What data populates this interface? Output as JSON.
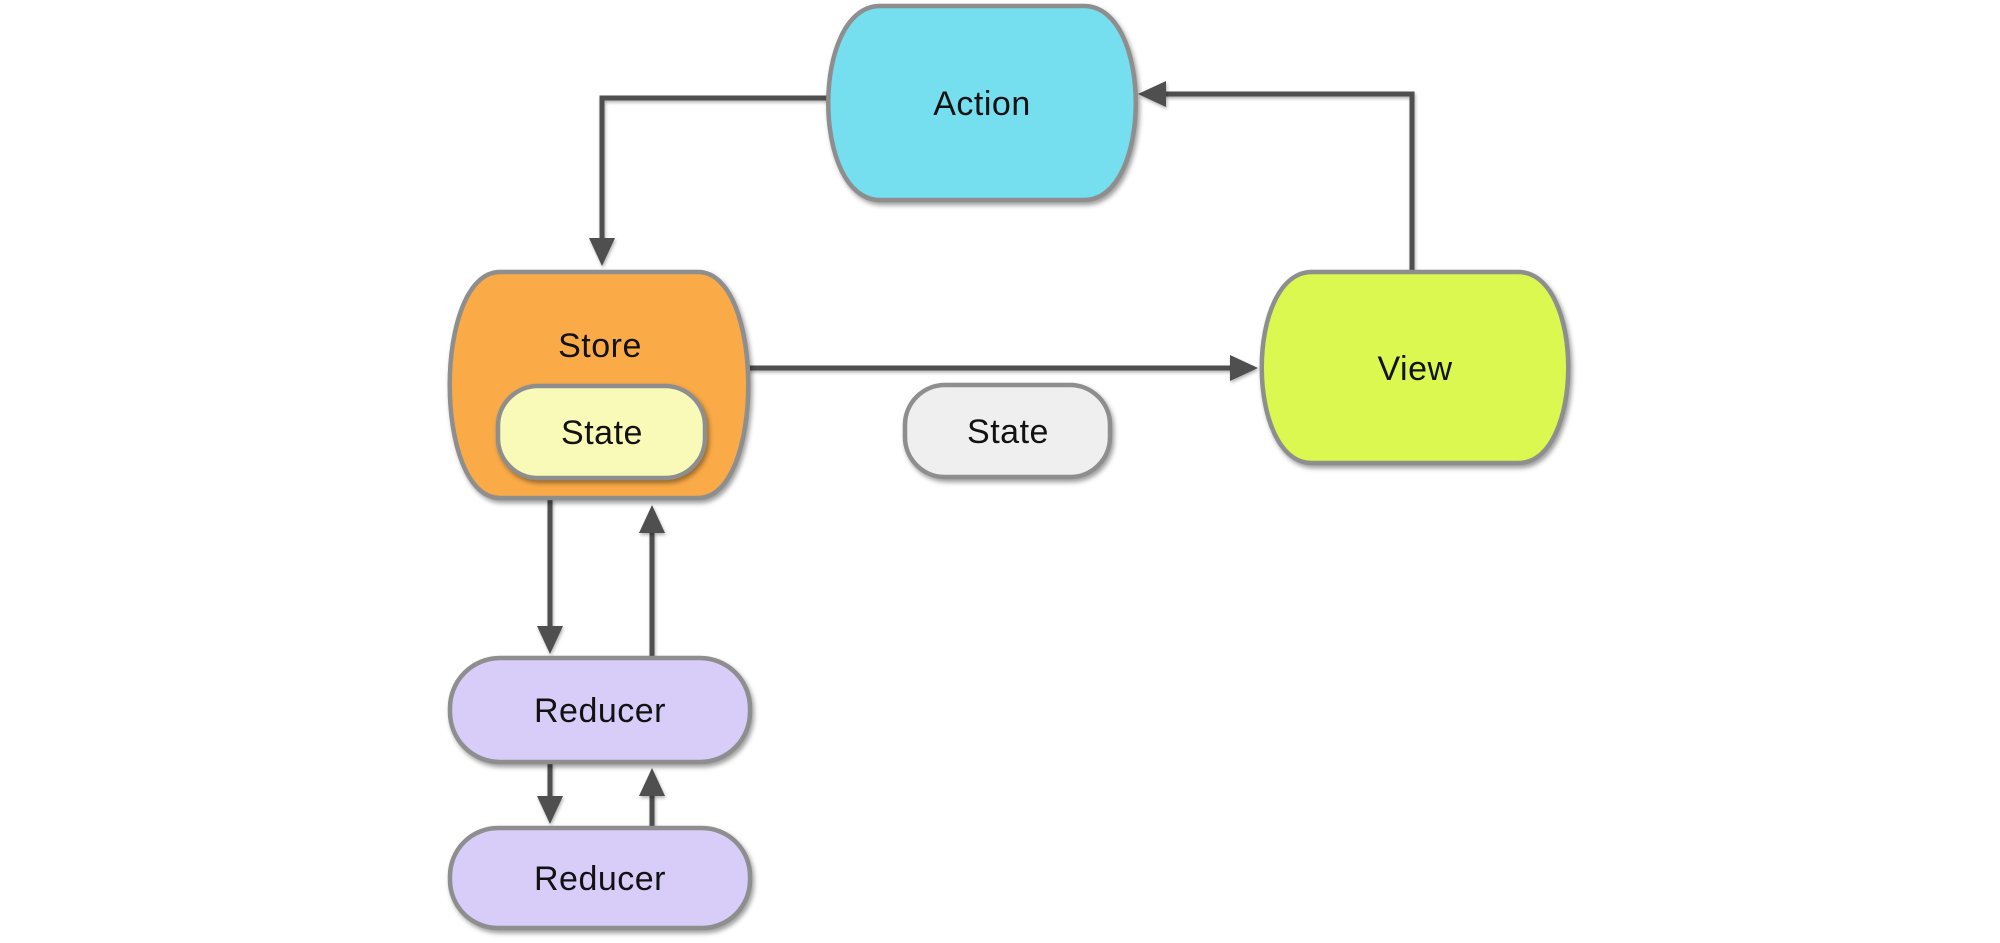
{
  "diagram": {
    "type": "flowchart",
    "background": "#FFFFFF",
    "nodes": {
      "action": {
        "label": "Action",
        "fill": "#75DEEF"
      },
      "store": {
        "label": "Store",
        "fill": "#FAAB47"
      },
      "store_state": {
        "label": "State",
        "fill": "#FAFAB8"
      },
      "state": {
        "label": "State",
        "fill": "#EFEFEF"
      },
      "view": {
        "label": "View",
        "fill": "#DAF84F"
      },
      "reducer_1": {
        "label": "Reducer",
        "fill": "#D8CCF8"
      },
      "reducer_2": {
        "label": "Reducer",
        "fill": "#D8CCF8"
      }
    },
    "colors": {
      "node_border": "#8E8E8E",
      "arrow": "#4F4F4F",
      "text": "#121212"
    },
    "edges": [
      {
        "from": "action",
        "to": "store"
      },
      {
        "from": "store",
        "to": "view"
      },
      {
        "from": "view",
        "to": "action"
      },
      {
        "from": "store",
        "to": "reducer_1"
      },
      {
        "from": "reducer_1",
        "to": "store"
      },
      {
        "from": "reducer_1",
        "to": "reducer_2"
      },
      {
        "from": "reducer_2",
        "to": "reducer_1"
      }
    ]
  }
}
